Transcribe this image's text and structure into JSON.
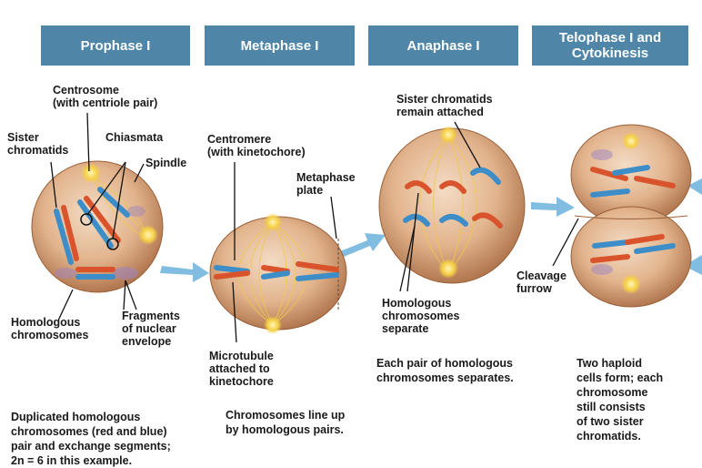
{
  "headers": {
    "prophase": "Prophase I",
    "metaphase": "Metaphase I",
    "anaphase": "Anaphase I",
    "telophase": "Telophase I and\nCytokinesis"
  },
  "labels": {
    "centrosome": "Centrosome\n(with centriole pair)",
    "sister_chromatids": "Sister\nchromatids",
    "chiasmata": "Chiasmata",
    "spindle": "Spindle",
    "homologous_chromosomes": "Homologous\nchromosomes",
    "fragments": "Fragments\nof nuclear\nenvelope",
    "centromere": "Centromere\n(with kinetochore)",
    "metaphase_plate": "Metaphase\nplate",
    "microtubule": "Microtubule\nattached to\nkinetochore",
    "sister_remain": "Sister chromatids\nremain attached",
    "homologous_separate": "Homologous\nchromosomes\nseparate",
    "cleavage_furrow": "Cleavage\nfurrow"
  },
  "captions": {
    "prophase": "Duplicated homologous\nchromosomes (red and blue)\npair and exchange segments;\n2n = 6 in this example.",
    "metaphase": "Chromosomes line up\nby homologous pairs.",
    "anaphase": "Each pair of homologous\nchromosomes separates.",
    "telophase": "Two haploid\ncells form; each\nchromosome\nstill consists\nof two sister\nchromatids."
  },
  "colors": {
    "header_bg": "#4f86a8",
    "cell_fill": "#d9a277",
    "chromosome_red": "#d9542c",
    "chromosome_blue": "#3d8ec8",
    "spindle": "#f1c84a",
    "arrow": "#6bb2dc"
  }
}
